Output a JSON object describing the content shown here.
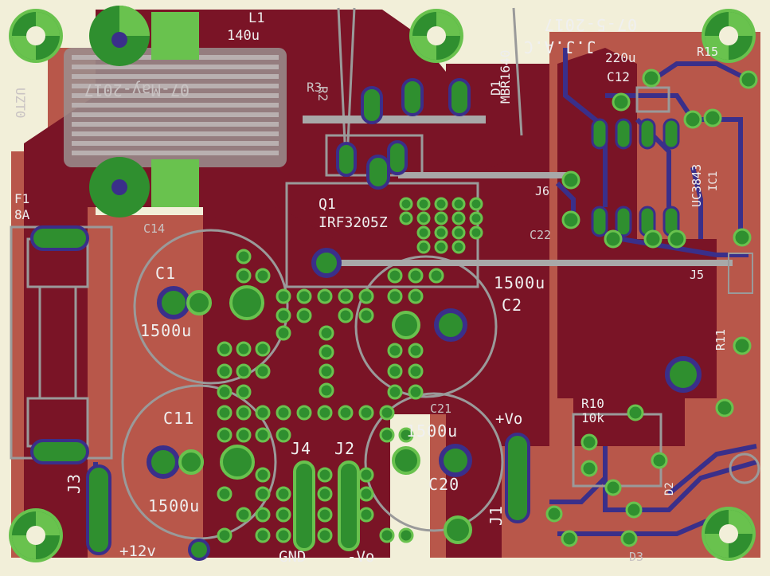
{
  "title": "",
  "colors": {
    "board": "#f2efd9",
    "copper_top": "#7a1426",
    "copper_bottom": "#b8574a",
    "via_blue": "#3a2f8a",
    "pad_green": "#2f8f2f",
    "pad_ring": "#69c24e",
    "silk": "#eeeeee"
  },
  "labels": {
    "l1": "L1",
    "l1_value": "140u",
    "date_top": "07-5-2017",
    "initials_top": "J.J.A.C",
    "date_mirror": "07-May-2017",
    "f1": "F1",
    "f1_value": "8A",
    "c1": "C1",
    "c1_value": "1500u",
    "c2": "C2",
    "c2_value": "1500u",
    "c11": "C11",
    "c11_value": "1500u",
    "c20": "C20",
    "c20_value": "1500u",
    "q1": "Q1",
    "q1_value": "IRF3205Z",
    "d1": "D1",
    "d1_value": "MBR1640",
    "j1": "J1",
    "j2": "J2",
    "j3": "J3",
    "j4": "J4",
    "j5": "J5",
    "j6": "J6",
    "plus_12v": "+12v",
    "gnd": "GND",
    "minus_vo": "-Vo",
    "plus_vo": "+Vo",
    "c12_value": "220u",
    "c12": "C12",
    "r10": "R10",
    "r10_value": "10k",
    "r11": "R11",
    "r15": "R15",
    "r2": "R2",
    "r3": "R3",
    "c14": "C14",
    "c21": "C21",
    "c22": "C22",
    "d2": "D2",
    "d3": "D3",
    "uc3843": "UC3843",
    "side_text": "UZT0",
    "ic_label": "IC1"
  }
}
